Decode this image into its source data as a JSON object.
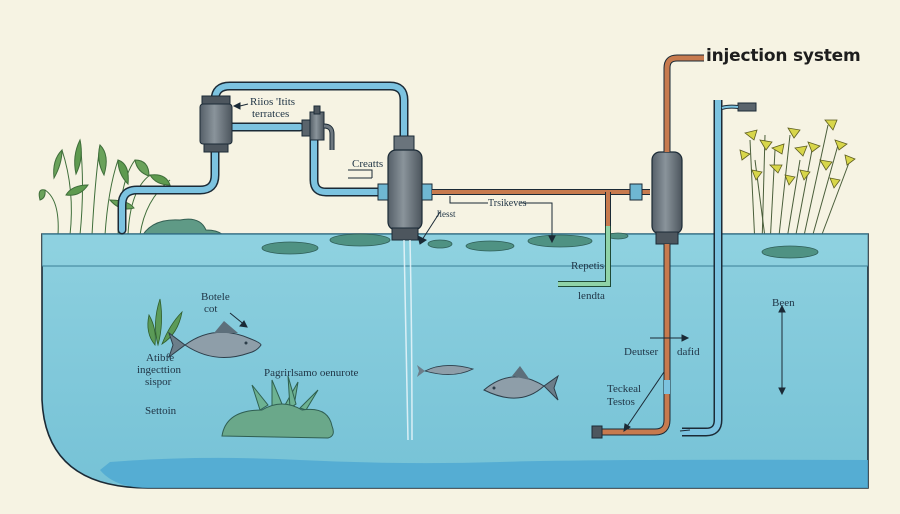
{
  "title": "injection system",
  "colors": {
    "background": "#f6f3e3",
    "water": "#7ec8d8",
    "water_surface": "#8fd0df",
    "water_bottom": "#4fa9d2",
    "pipe_blue": "#7cc3e0",
    "pipe_copper": "#c77a4e",
    "pipe_green": "#8fd3a8",
    "valve_gray": "#6e7880",
    "plant_green": "#5f9a52",
    "flower_yellow": "#d8d64a",
    "rock_green": "#5f9a86",
    "fish_gray": "#8a9aa6",
    "outline": "#1b2a36"
  },
  "labels": {
    "upper_valve": [
      "Riios 'Itits",
      "terratces"
    ],
    "center_valve": "Creatts",
    "outlet": "Jlesst",
    "copper_line": "Trsikeves",
    "green_pipe_top": "Repetis",
    "green_pipe_bottom": "lendta",
    "fish_top": [
      "Botele",
      "cot"
    ],
    "left_side": [
      "Atibfe",
      "ingecttion",
      "sispor"
    ],
    "left_bottom": "Settoin",
    "center_bottom": "Pagrirlsamo oenurote",
    "copper_right_a": "Deutser",
    "copper_right_b": "dafid",
    "copper_bottom": [
      "Teckeal",
      "Testos"
    ],
    "depth": "Been"
  }
}
